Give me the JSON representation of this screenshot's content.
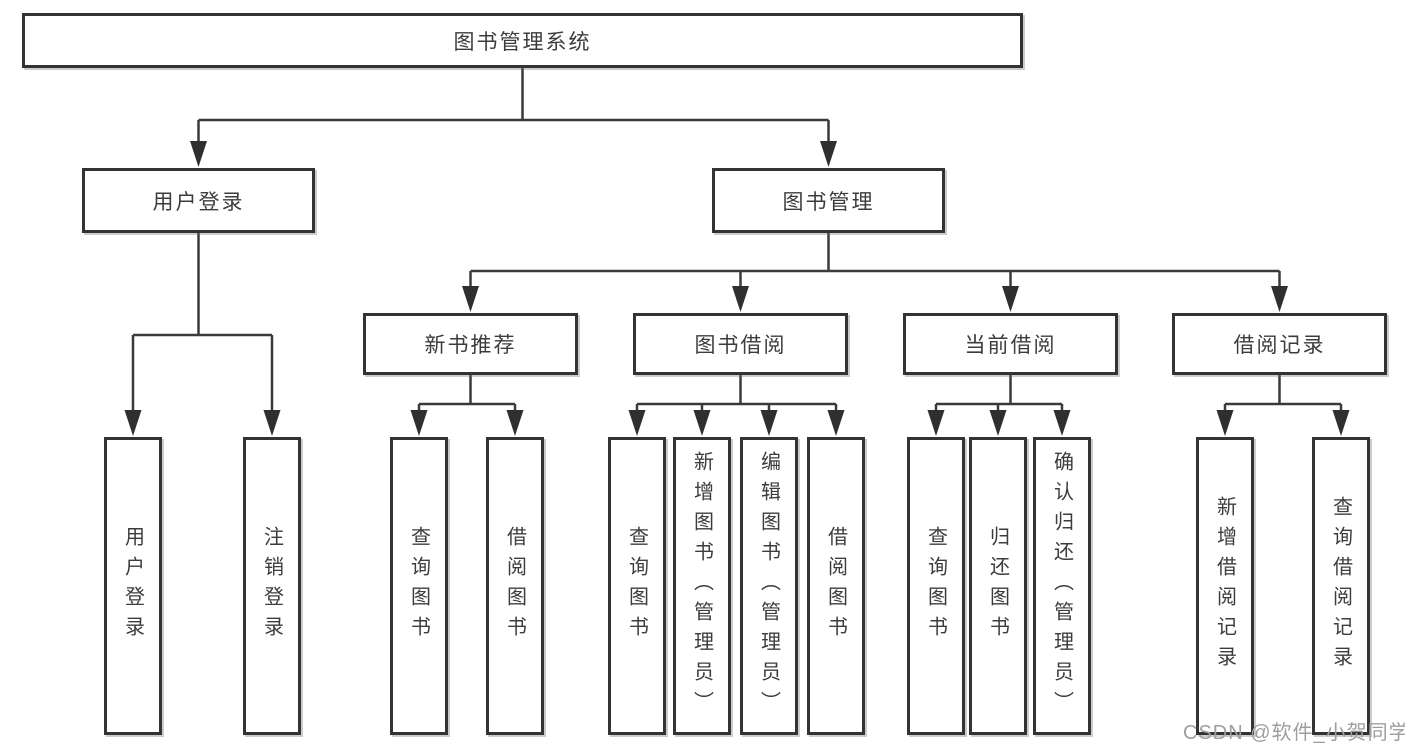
{
  "tree": {
    "root": {
      "label": "图书管理系统"
    },
    "branches": [
      {
        "label": "用户登录",
        "children": [
          {
            "label": "用户登录"
          },
          {
            "label": "注销登录"
          }
        ]
      },
      {
        "label": "图书管理",
        "children": [
          {
            "label": "新书推荐",
            "children": [
              {
                "label": "查询图书"
              },
              {
                "label": "借阅图书"
              }
            ]
          },
          {
            "label": "图书借阅",
            "children": [
              {
                "label": "查询图书"
              },
              {
                "label": "新增图书（管理员）"
              },
              {
                "label": "编辑图书（管理员）"
              },
              {
                "label": "借阅图书"
              }
            ]
          },
          {
            "label": "当前借阅",
            "children": [
              {
                "label": "查询图书"
              },
              {
                "label": "归还图书"
              },
              {
                "label": "确认归还（管理员）"
              }
            ]
          },
          {
            "label": "借阅记录",
            "children": [
              {
                "label": "新增借阅记录"
              },
              {
                "label": "查询借阅记录"
              }
            ]
          }
        ]
      }
    ]
  },
  "watermark": "CSDN @软件_小贺同学",
  "colors": {
    "line": "#3a3a3a",
    "box_border": "#333333",
    "text": "#3c3c3c",
    "watermark": "#9e9e9e",
    "background": "#ffffff"
  }
}
